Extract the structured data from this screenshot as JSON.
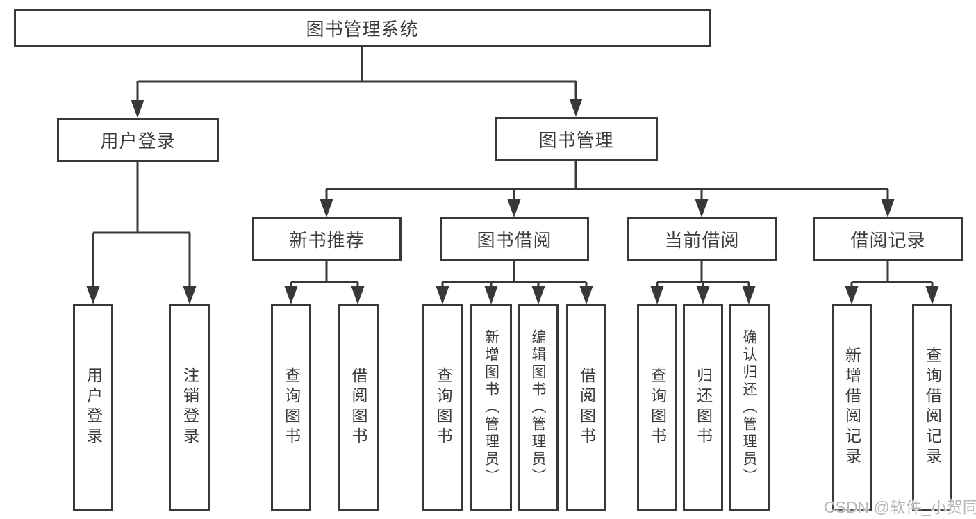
{
  "diagram": {
    "root": "图书管理系统",
    "level2": [
      {
        "label": "用户登录",
        "children": [
          "用户登录",
          "注销登录"
        ]
      },
      {
        "label": "图书管理"
      }
    ],
    "level3": [
      {
        "label": "新书推荐",
        "children": [
          "查询图书",
          "借阅图书"
        ]
      },
      {
        "label": "图书借阅",
        "children": [
          "查询图书",
          "新增图书（管理员）",
          "编辑图书（管理员）",
          "借阅图书"
        ]
      },
      {
        "label": "当前借阅",
        "children": [
          "查询图书",
          "归还图书",
          "确认归还（管理员）"
        ]
      },
      {
        "label": "借阅记录",
        "children": [
          "新增借阅记录",
          "查询借阅记录"
        ]
      }
    ],
    "watermark": "CSDN @软件_小贺同学",
    "colors": {
      "line": "#383838",
      "text": "#3b3b3b",
      "watermark": "#b5b5b5",
      "background": "#ffffff"
    }
  }
}
